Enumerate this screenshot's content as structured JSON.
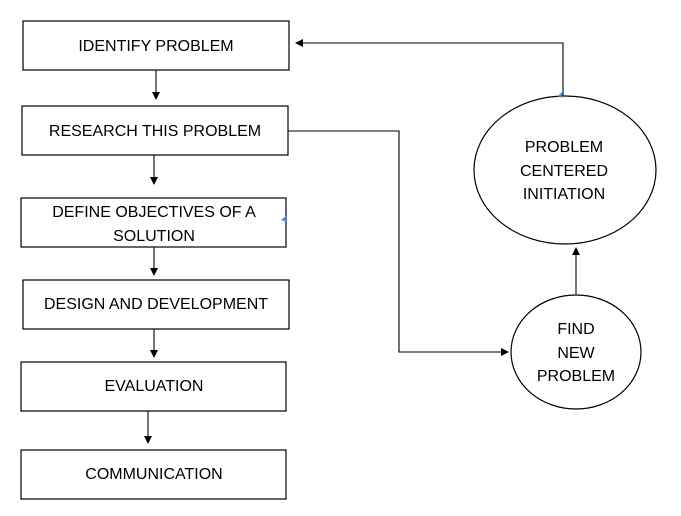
{
  "steps": [
    {
      "lines": [
        "IDENTIFY PROBLEM"
      ]
    },
    {
      "lines": [
        "RESEARCH THIS PROBLEM"
      ]
    },
    {
      "lines": [
        "DEFINE OBJECTIVES OF A",
        "SOLUTION"
      ]
    },
    {
      "lines": [
        "DESIGN AND DEVELOPMENT"
      ]
    },
    {
      "lines": [
        "EVALUATION"
      ]
    },
    {
      "lines": [
        "COMMUNICATION"
      ]
    }
  ],
  "cycle": {
    "find_new_problem": [
      "FIND",
      "NEW",
      "PROBLEM"
    ],
    "problem_centered_initiation": [
      "PROBLEM",
      "CENTERED",
      "INITIATION"
    ]
  }
}
